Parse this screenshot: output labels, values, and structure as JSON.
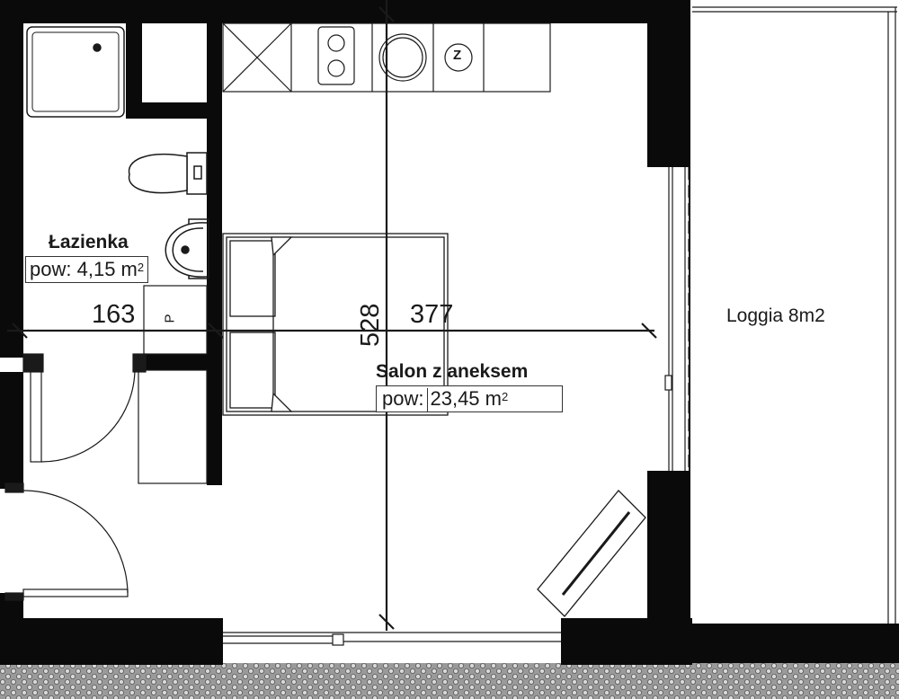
{
  "rooms": {
    "bathroom": {
      "name": "Łazienka",
      "area_prefix": "pow:",
      "area_value": "4,15 m",
      "area_exp": "2"
    },
    "living": {
      "name": "Salon z aneksem",
      "area_prefix": "pow:",
      "area_value": "23,45 m",
      "area_exp": "2"
    },
    "loggia": {
      "name": "Loggia 8m2"
    }
  },
  "dimensions": {
    "bathroom_width": "163",
    "living_width": "377",
    "height": "528"
  },
  "fixtures": {
    "shaft_label": "P",
    "hob_symbol": "Z"
  },
  "colors": {
    "wall": "#0a0a0a",
    "line": "#1a1a1a",
    "ground": "#b5b5b5"
  }
}
